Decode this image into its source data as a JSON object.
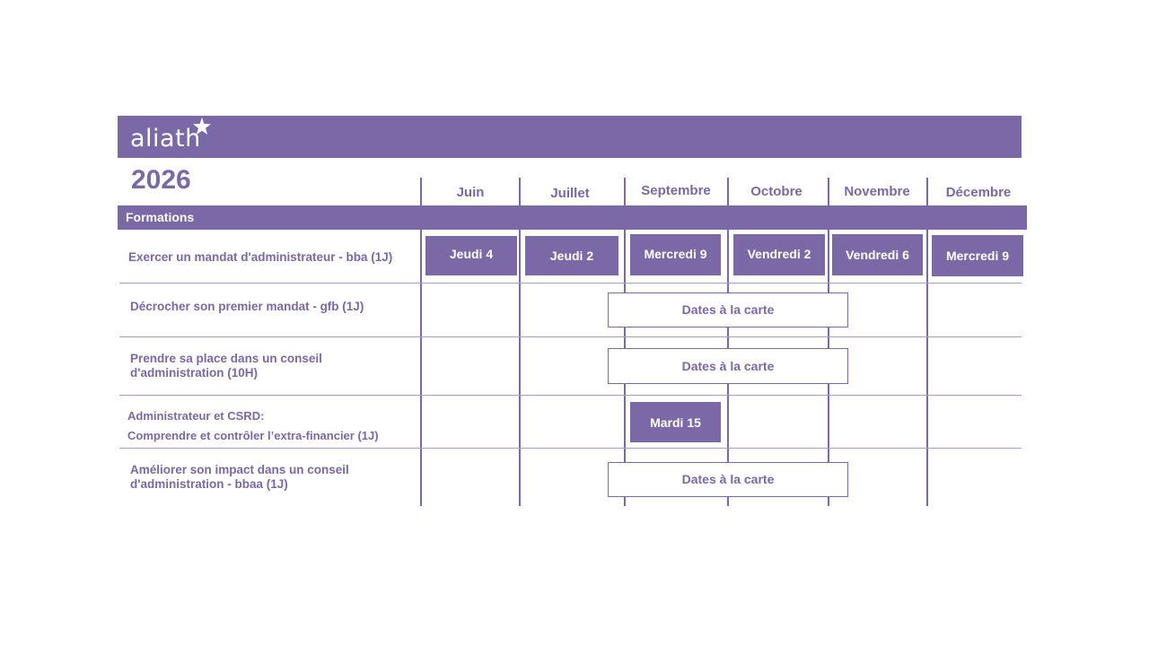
{
  "brand": {
    "logo_text": "aliath",
    "logo_icon": "star-icon"
  },
  "year": "2026",
  "section_label": "Formations",
  "months": [
    "Juin",
    "Juillet",
    "Septembre",
    "Octobre",
    "Novembre",
    "Décembre"
  ],
  "rows": [
    {
      "label": "Exercer un mandat d'administrateur - bba (1J)",
      "dates": [
        "Jeudi 4",
        "Jeudi 2",
        "Mercredi 9",
        "Vendredi 2",
        "Vendredi 6",
        "Mercredi 9"
      ]
    },
    {
      "label": "Décrocher son premier mandat - gfb (1J)",
      "span_text": "Dates à la carte"
    },
    {
      "label_lines": [
        "Prendre sa place dans un conseil",
        "d'administration (10H)"
      ],
      "span_text": "Dates à la carte"
    },
    {
      "label_lines": [
        "Administrateur et CSRD:",
        "Comprendre et contrôler l’extra-financier (1J)"
      ],
      "date": "Mardi 15"
    },
    {
      "label_lines": [
        "Améliorer son impact dans un conseil",
        "d'administration - bbaa (1J)"
      ],
      "span_text": "Dates à la carte"
    }
  ],
  "colors": {
    "accent": "#7b68a6",
    "background": "#ffffff"
  }
}
